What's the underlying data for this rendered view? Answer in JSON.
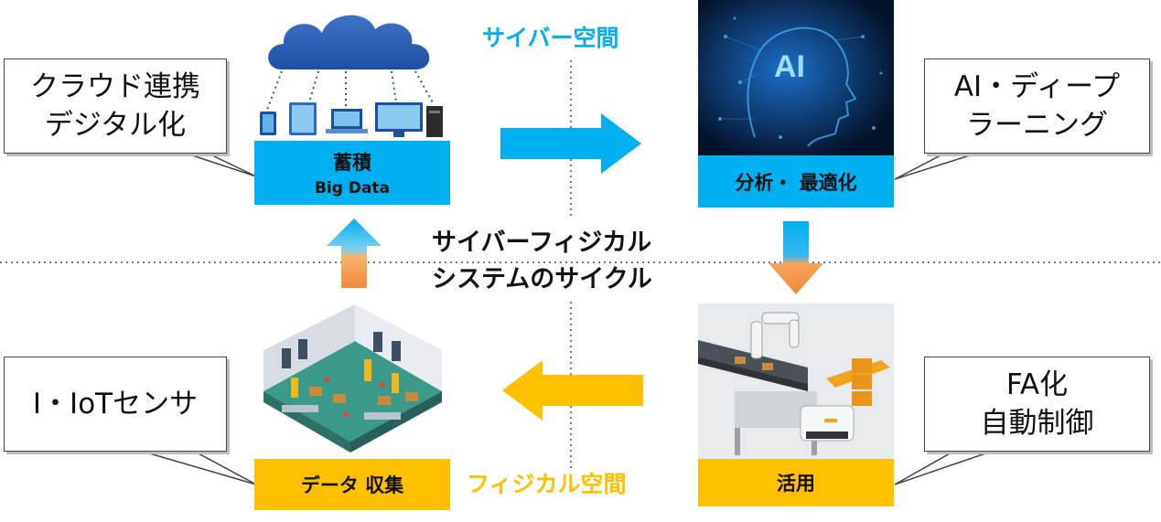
{
  "labels": {
    "cyber_space": "サイバー空間",
    "physical_space": "フィジカル空間",
    "center_line1": "サイバーフィジカル",
    "center_line2": "システムのサイクル"
  },
  "callouts": {
    "cloud": [
      "クラウド連携",
      "デジタル化"
    ],
    "ai": [
      "AI・ディープ",
      "ラーニング"
    ],
    "iot": [
      "I・IoTセンサ"
    ],
    "fa": [
      "FA化",
      "自動制御"
    ]
  },
  "boxes": {
    "accumulate": {
      "title": "蓄積",
      "subtitle": "Big Data"
    },
    "analyze": {
      "title": "分析・ 最適化"
    },
    "collect": {
      "title": "データ 収集"
    },
    "utilize": {
      "title": "活用"
    }
  },
  "images": {
    "ai_head": "AI",
    "cloud_icon": "cloud-devices-icon",
    "factory_icon": "factory-isometric-icon",
    "robot_icon": "robot-arm-icon"
  },
  "colors": {
    "cyan": "#00b0f0",
    "yellow": "#ffc000",
    "orange": "#f08a3c",
    "dark_navy": "#04122a"
  }
}
